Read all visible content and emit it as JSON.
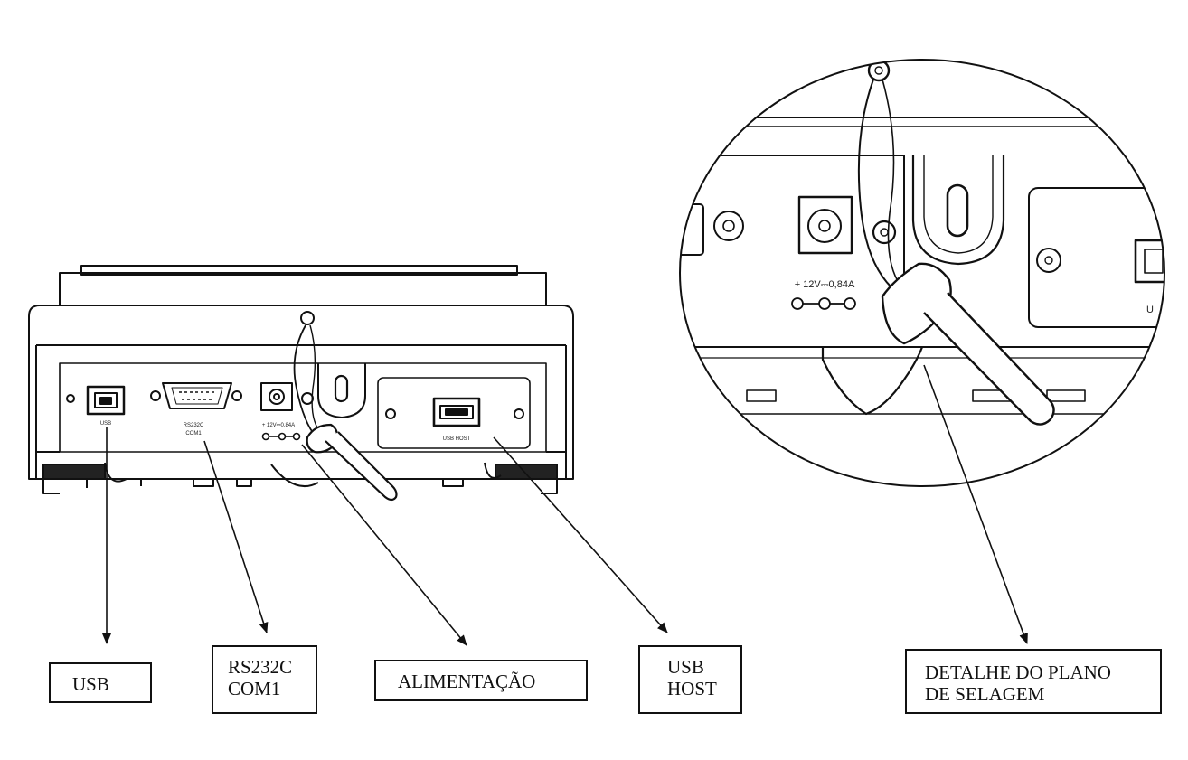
{
  "callouts": {
    "usb": [
      "USB"
    ],
    "rs232": [
      "RS232C",
      "COM1"
    ],
    "power": [
      "ALIMENTAÇÃO"
    ],
    "usb_host": [
      "USB",
      "HOST"
    ],
    "seal_detail": [
      "DETALHE DO PLANO",
      "DE SELAGEM"
    ]
  },
  "panel_labels": {
    "usb": "USB",
    "rs232": "RS232C",
    "com1": "COM1",
    "power": "+ 12V⎓0.84A",
    "usb_host": "USB HOST"
  },
  "zoom_labels": {
    "power": "+ 12V⎓0,84A",
    "usb_partial": "U"
  },
  "colors": {
    "line": "#111111",
    "background": "#ffffff",
    "feet": "#222222"
  }
}
